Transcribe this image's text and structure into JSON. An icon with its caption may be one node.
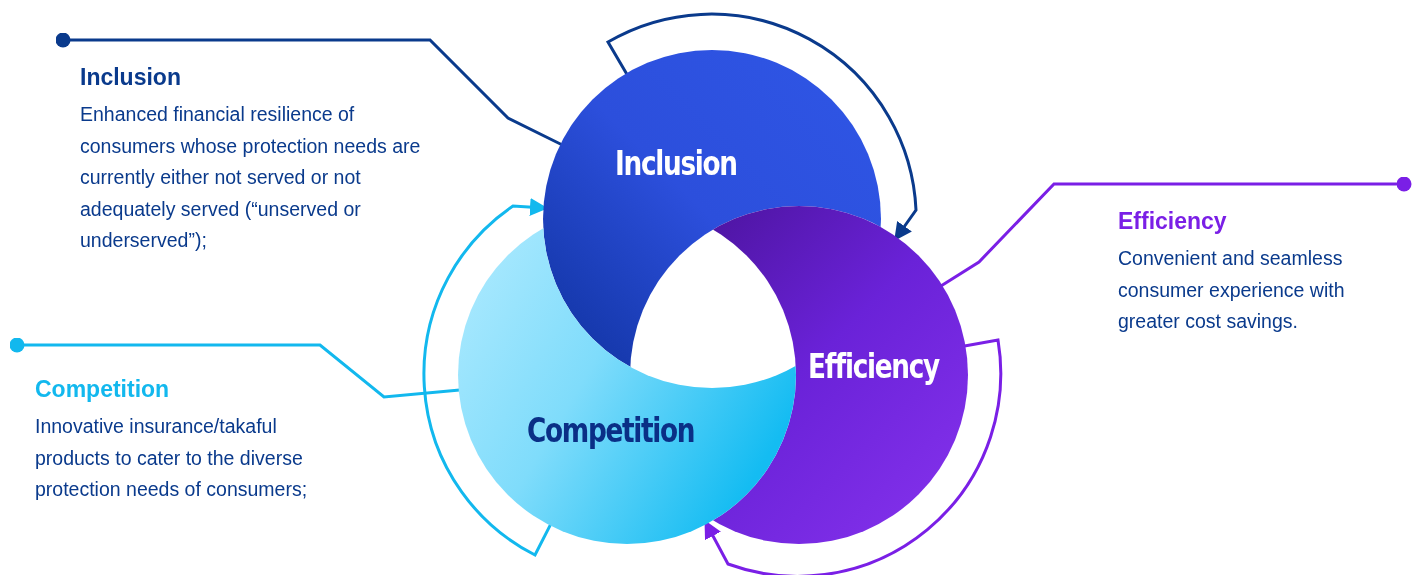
{
  "diagram": {
    "nodes": [
      {
        "text": [
          "Inclusion",
          "Enhanced financial resilience of consumers whose protection needs are currently either not served or not adequately served (“unserved or underserved”);"
        ]
      },
      {
        "text": [
          "Competition",
          "Innovative insurance/takaful products to cater to the diverse protection needs of consumers;"
        ]
      },
      {
        "text": [
          "Efficiency",
          "Convenient and seamless consumer experience with greater cost savings."
        ]
      },
      {
        "text": [
          "Inclusion"
        ]
      },
      {
        "text": [
          "Efficiency"
        ]
      },
      {
        "text": [
          "Competition"
        ]
      }
    ],
    "edges": [
      {
        "from": 0,
        "to": 3,
        "arrow": "other",
        "color": "#0a3a8c"
      },
      {
        "from": 2,
        "to": 4,
        "arrow": "other",
        "color": "#7a1fe6"
      },
      {
        "from": 1,
        "to": 5,
        "arrow": "other",
        "color": "#12b8ee"
      },
      {
        "from": 3,
        "to": 4,
        "arrow": "to",
        "color": "#0a3a8c"
      },
      {
        "from": 4,
        "to": 5,
        "arrow": "to",
        "color": "#7a1fe6"
      },
      {
        "from": 5,
        "to": 3,
        "arrow": "to",
        "color": "#12b8ee"
      }
    ]
  }
}
